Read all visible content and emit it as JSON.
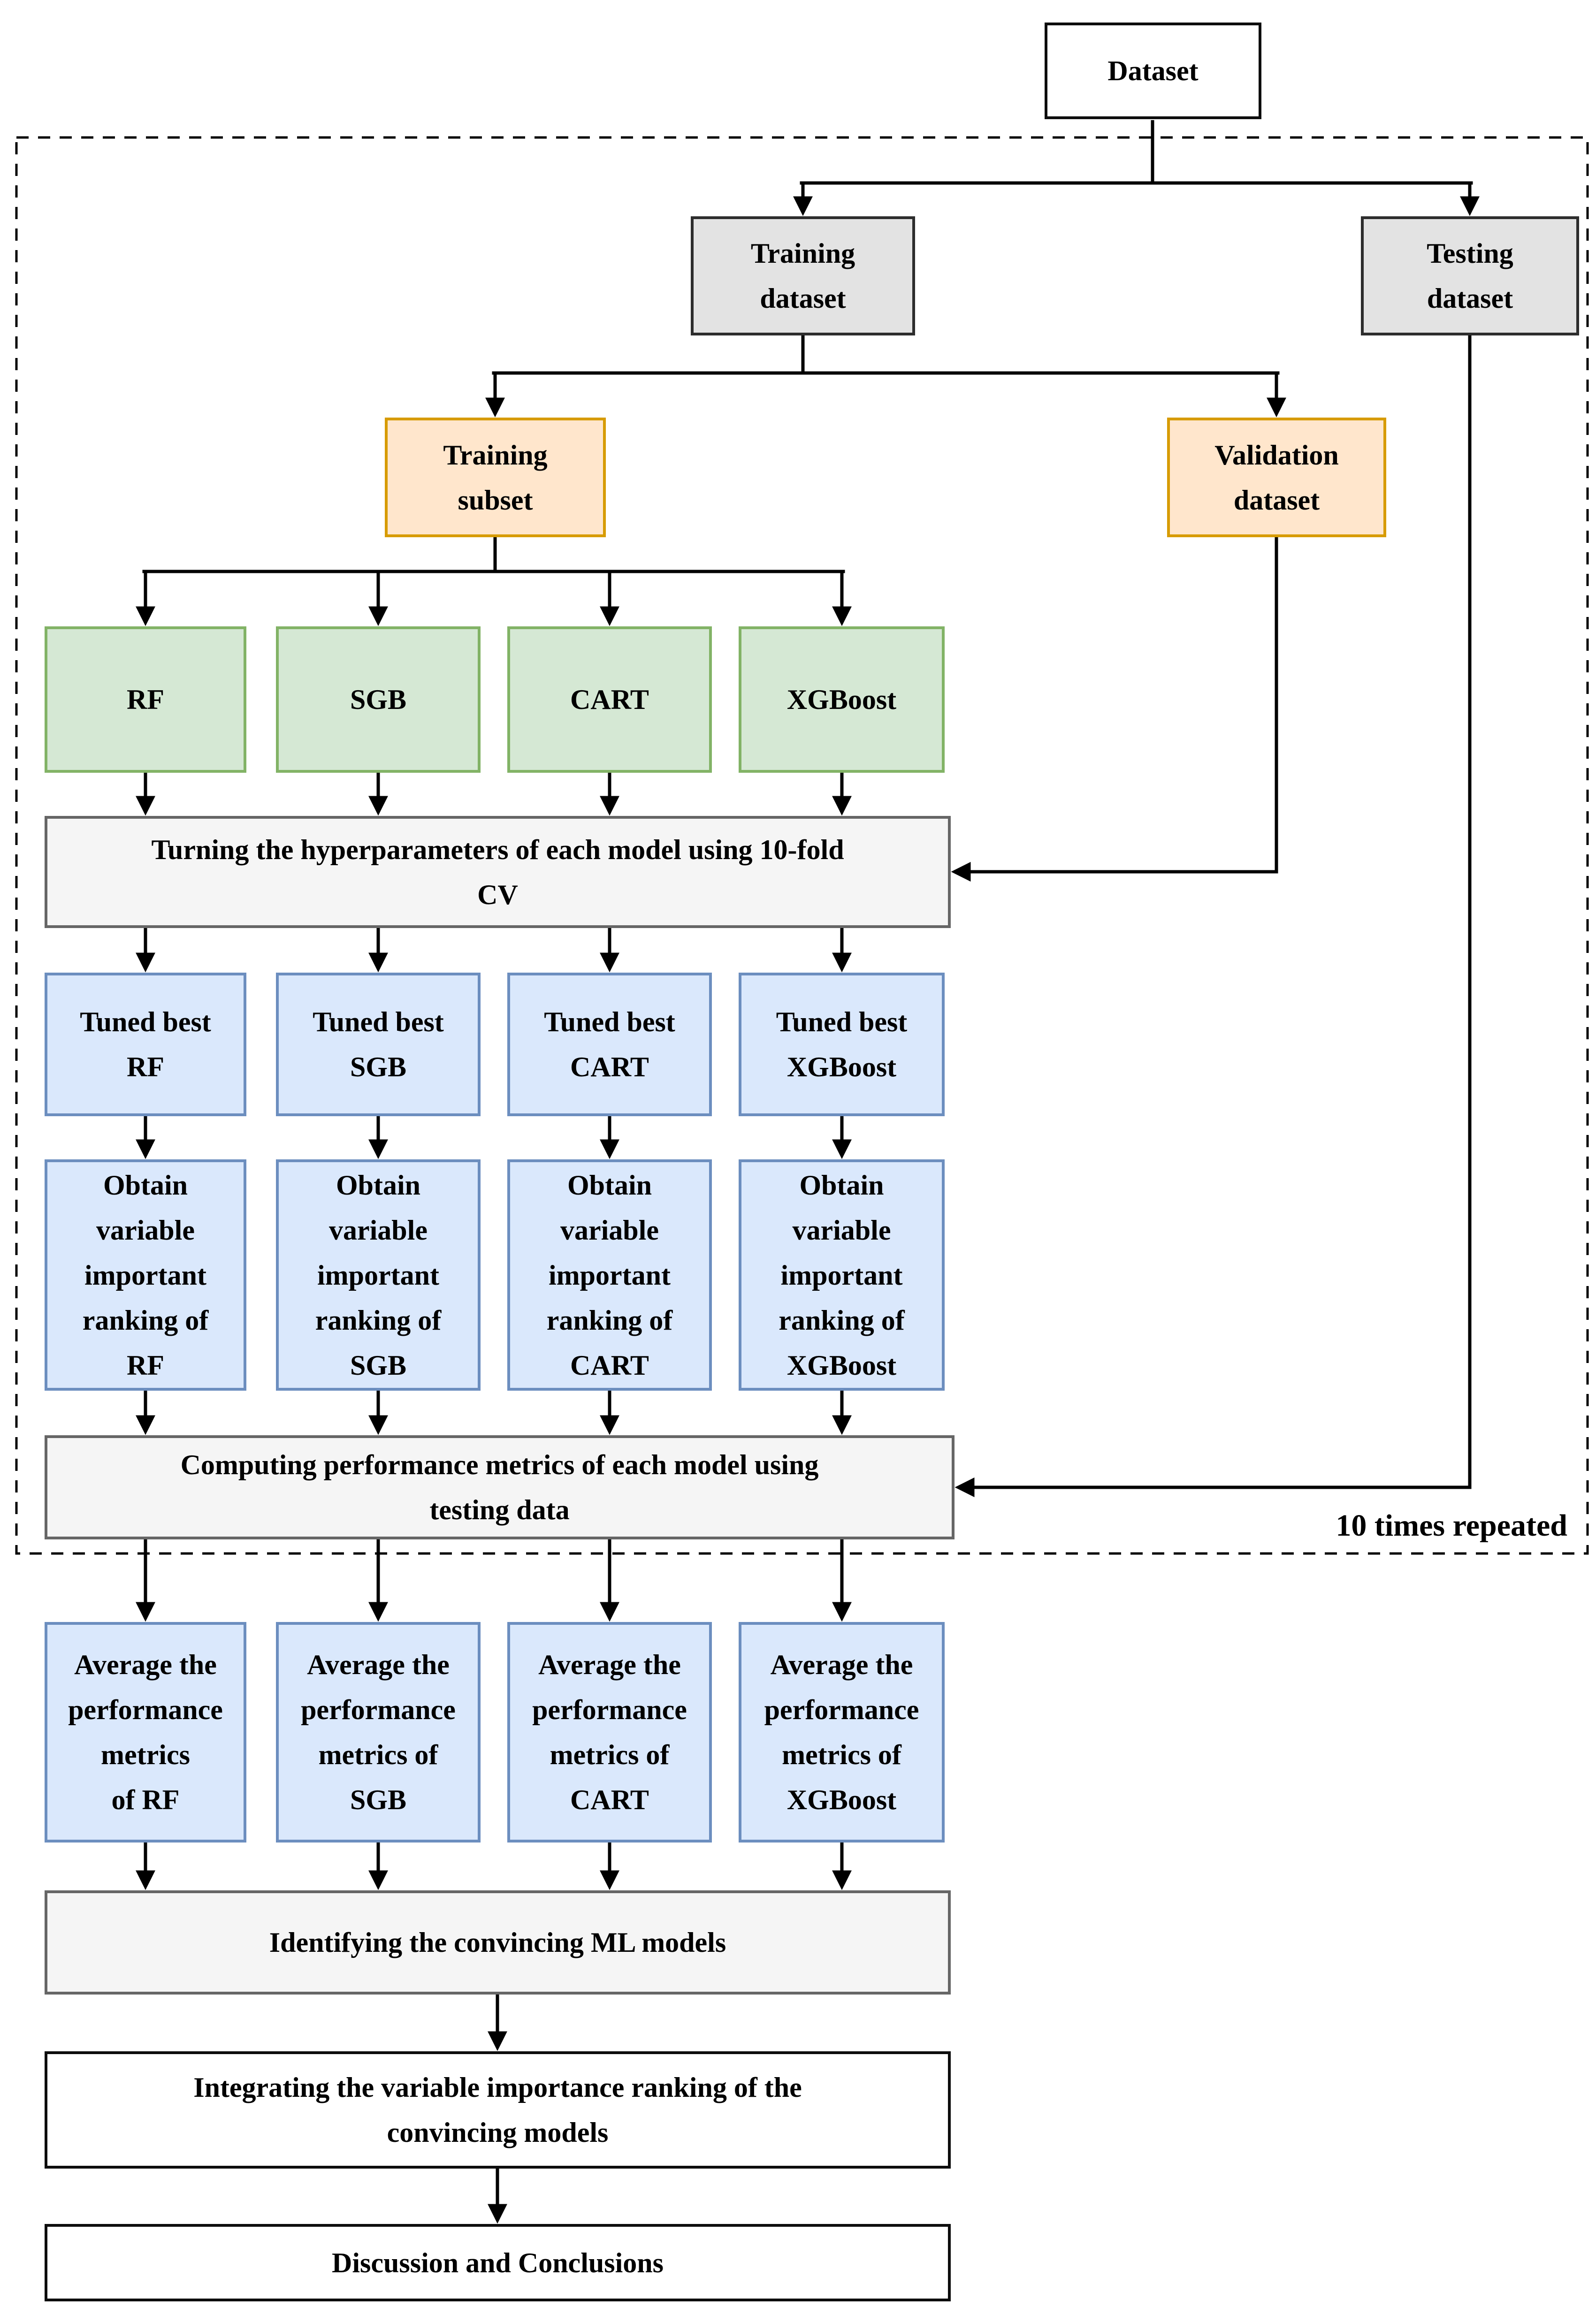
{
  "nodes": {
    "dataset": {
      "label": "Dataset"
    },
    "training_dataset": {
      "label": "Training\ndataset"
    },
    "testing_dataset": {
      "label": "Testing\ndataset"
    },
    "training_subset": {
      "label": "Training\nsubset"
    },
    "validation_dataset": {
      "label": "Validation\ndataset"
    },
    "models": [
      {
        "label": "RF"
      },
      {
        "label": "SGB"
      },
      {
        "label": "CART"
      },
      {
        "label": "XGBoost"
      }
    ],
    "tuning": {
      "label": "Turning the hyperparameters of each model using 10-fold\nCV"
    },
    "tuned": [
      {
        "label": "Tuned best\nRF"
      },
      {
        "label": "Tuned best\nSGB"
      },
      {
        "label": "Tuned best\nCART"
      },
      {
        "label": "Tuned best\nXGBoost"
      }
    ],
    "variable_importance": [
      {
        "label": "Obtain\nvariable\nimportant\nranking of\nRF"
      },
      {
        "label": "Obtain\nvariable\nimportant\nranking of\nSGB"
      },
      {
        "label": "Obtain\nvariable\nimportant\nranking of\nCART"
      },
      {
        "label": "Obtain\nvariable\nimportant\nranking of\nXGBoost"
      }
    ],
    "computing": {
      "label": "Computing performance metrics of each model using\ntesting data"
    },
    "average": [
      {
        "label": "Average the\nperformance\nmetrics\nof RF"
      },
      {
        "label": "Average the\nperformance\nmetrics of\nSGB"
      },
      {
        "label": "Average the\nperformance\nmetrics of\nCART"
      },
      {
        "label": "Average the\nperformance\nmetrics of\nXGBoost"
      }
    ],
    "identifying": {
      "label": "Identifying the convincing ML models"
    },
    "integrating": {
      "label": "Integrating the variable importance ranking of the\nconvincing models"
    },
    "discussion": {
      "label": "Discussion and Conclusions"
    }
  },
  "annotations": {
    "repeat_label": "10 times repeated"
  },
  "colors": {
    "line": "#000000",
    "plain_fill": "#ffffff",
    "gray_fill": "#e3e3e3",
    "gray_border": "#2d2d2d",
    "orange_fill": "#ffe6cc",
    "orange_border": "#d79b00",
    "green_fill": "#d5e8d4",
    "green_border": "#82b366",
    "blue_fill": "#dae8fc",
    "blue_border": "#6c8ebf",
    "process_fill": "#f5f5f5",
    "process_border": "#666666"
  }
}
